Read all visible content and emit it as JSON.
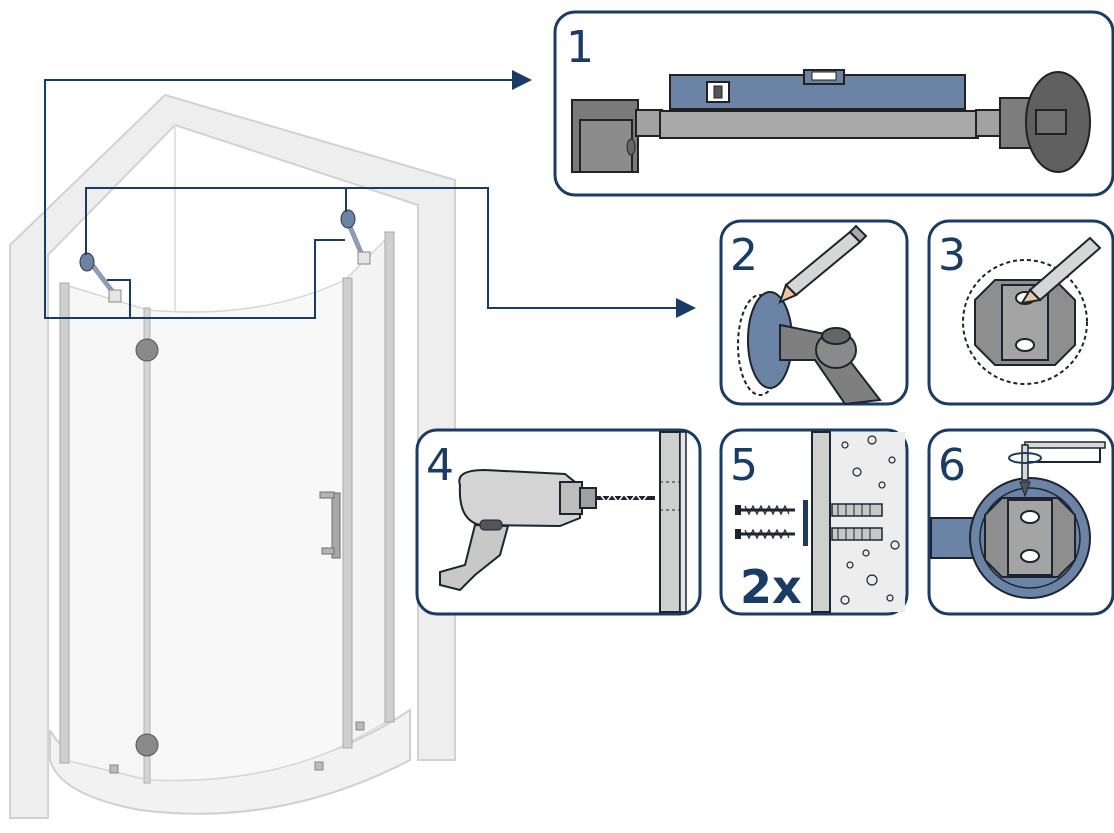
{
  "colors": {
    "accent": "#1a3b63",
    "bracket_blue": "#6b84a6",
    "metal_gray": "#9a9a9a",
    "dark_gray": "#555555",
    "wall": "#eeeeee"
  },
  "steps": [
    {
      "number": "1",
      "content": "level-on-stabilizer-bar"
    },
    {
      "number": "2",
      "content": "mark-wall-plate-outline"
    },
    {
      "number": "3",
      "content": "mark-hole-positions"
    },
    {
      "number": "4",
      "content": "drill-holes"
    },
    {
      "number": "5",
      "content": "insert-dowels-and-screws",
      "multiplier": "2x"
    },
    {
      "number": "6",
      "content": "tighten-set-screw-hex-key"
    }
  ],
  "icons": [
    "spirit-level-icon",
    "pencil-icon",
    "drill-icon",
    "screw-icon",
    "dowel-icon",
    "hex-key-icon",
    "wall-bracket-icon"
  ]
}
